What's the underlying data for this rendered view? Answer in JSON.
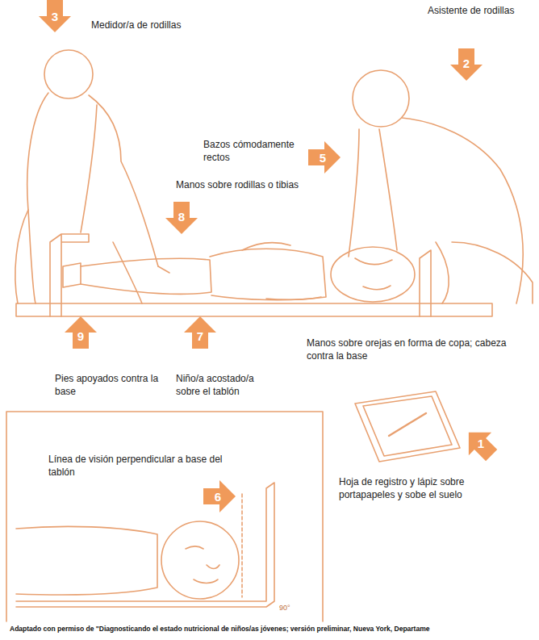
{
  "diagram": {
    "caption": "Adaptado con permiso de \"Diagnosticando el estado nutricional de niños/as jóvenes; versión preliminar, Nueva York, Departame",
    "labels": [
      "3",
      "Medidor/a de rodillas",
      "Asistente de rodillas",
      "2",
      "Bazos cómodamente rectos",
      "5",
      "Manos sobre rodillas o tibias",
      "8",
      "Manos sobre orejas en forma de copa; cabeza contra la base",
      "9",
      "7",
      "Pies apoyados contra la base",
      "Niño/a acostado/a sobre el tablón",
      "Hoja de registro y lápiz sobre portapapeles y sobe el suelo",
      "1",
      "Línea de visión perpendicular a base del tablón",
      "6",
      "90°"
    ]
  }
}
